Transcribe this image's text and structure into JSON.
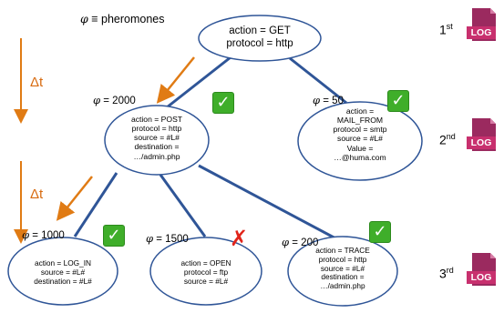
{
  "legend": {
    "symbol": "φ",
    "text": "≡ pheromones"
  },
  "time_step": "Δt",
  "nodes": {
    "root": [
      "action = GET",
      "protocol = http"
    ],
    "post": [
      "action = POST",
      "protocol = http",
      "source = #L#",
      "destination =",
      "…/admin.php"
    ],
    "mail": [
      "action =",
      "MAIL_FROM",
      "protocol = smtp",
      "source = #L#",
      "Value =",
      "…@huma.com"
    ],
    "login": [
      "action = LOG_IN",
      "source = #L#",
      "destination = #L#"
    ],
    "open": [
      "action = OPEN",
      "protocol = ftp",
      "source = #L#"
    ],
    "trace": [
      "action = TRACE",
      "protocol = http",
      "source = #L#",
      "destination =",
      "…/admin.php"
    ]
  },
  "pheromones": {
    "post": {
      "symbol": "φ",
      "value": "= 2000"
    },
    "mail": {
      "symbol": "φ",
      "value": "= 50"
    },
    "login": {
      "symbol": "φ",
      "value": "= 1000"
    },
    "open": {
      "symbol": "φ",
      "value": "= 1500"
    },
    "trace": {
      "symbol": "φ",
      "value": "= 200"
    }
  },
  "marks": {
    "post": "✓",
    "mail": "✓",
    "login": "✓",
    "open": "✗",
    "trace": "✓"
  },
  "levels": [
    {
      "num": "1",
      "suffix": "st",
      "log": "LOG"
    },
    {
      "num": "2",
      "suffix": "nd",
      "log": "LOG"
    },
    {
      "num": "3",
      "suffix": "rd",
      "log": "LOG"
    }
  ],
  "colors": {
    "edge": "#2f5597",
    "arrow": "#e07b14",
    "check": "#3fae2a",
    "cross": "#e1251b",
    "log": "#c8306e"
  }
}
